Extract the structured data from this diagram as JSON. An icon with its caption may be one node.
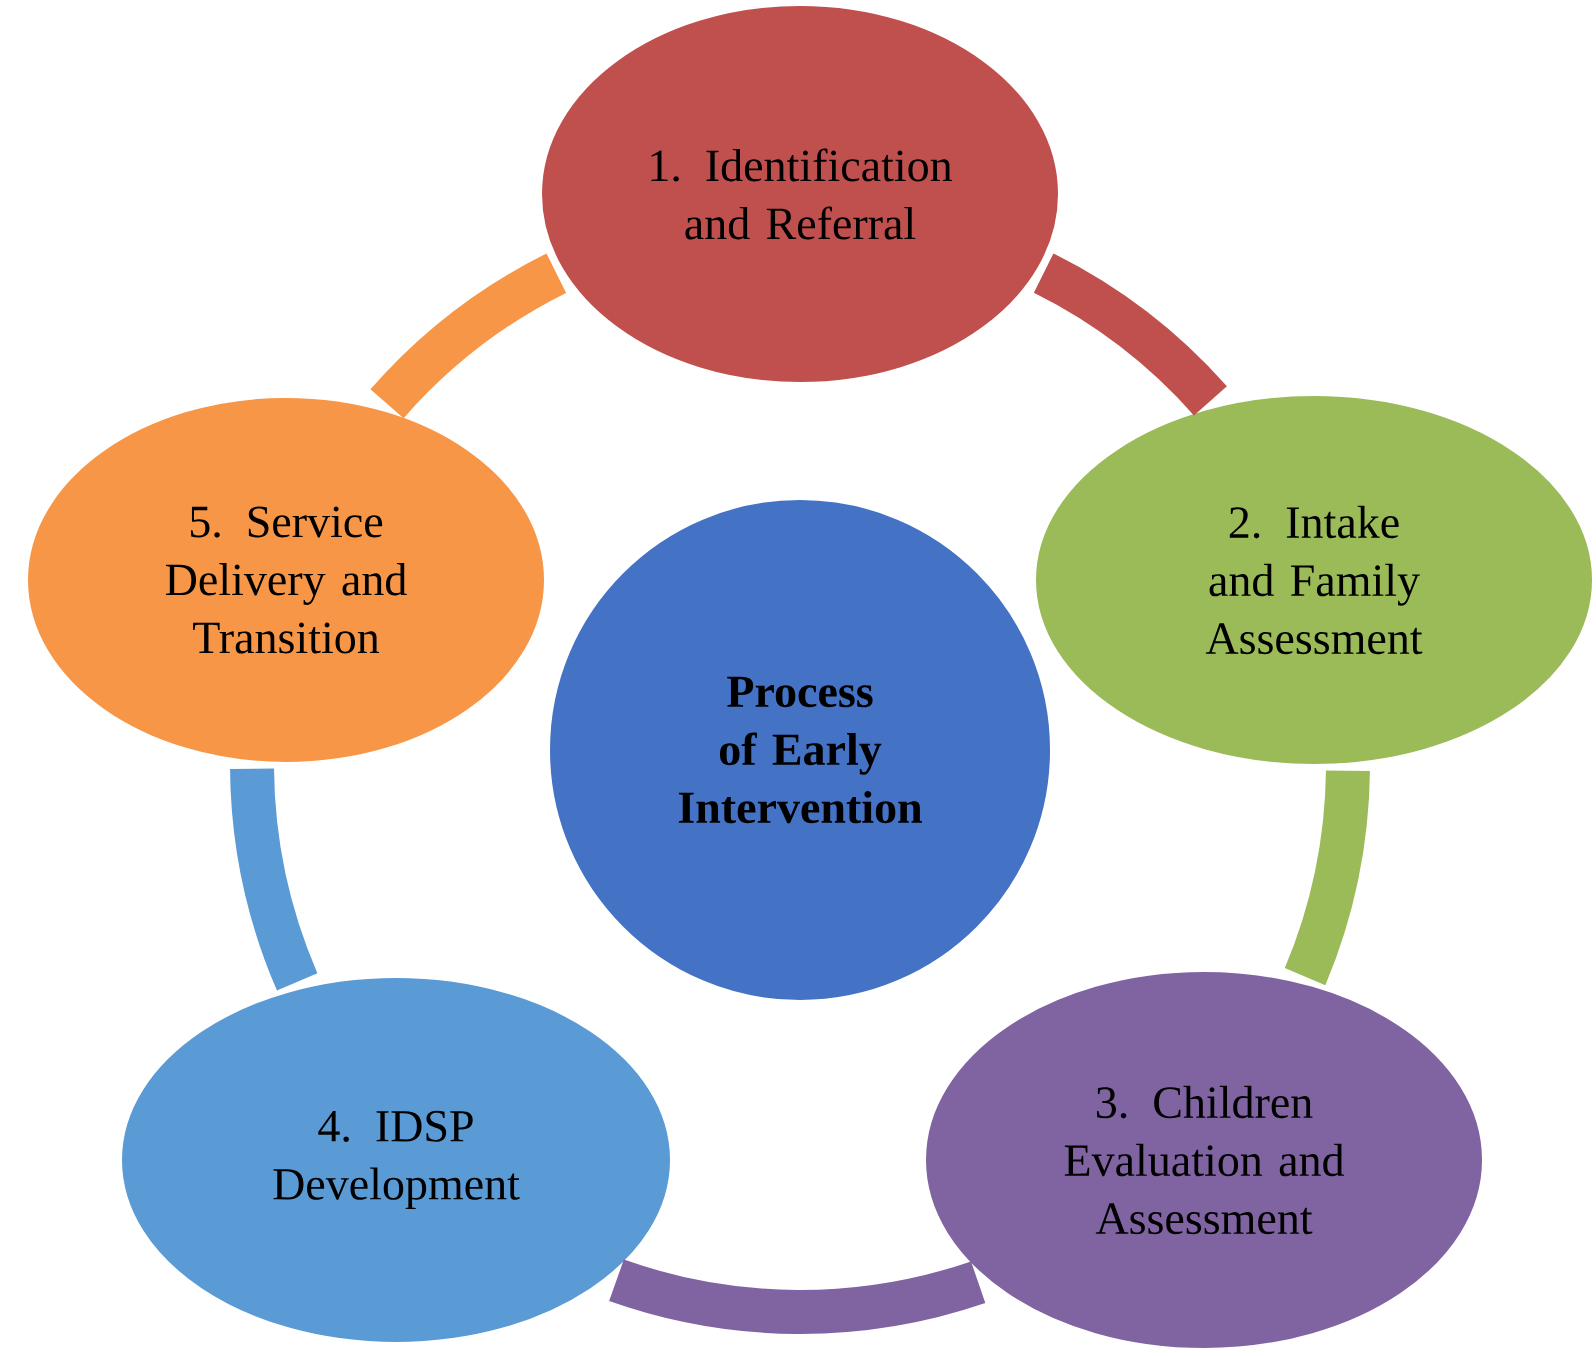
{
  "diagram": {
    "nodes": [
      {
        "text": [
          "1. Identification and Referral"
        ]
      },
      {
        "text": [
          "2. Intake and Family Assessment"
        ]
      },
      {
        "text": [
          "3. Children Evaluation and Assessment"
        ]
      },
      {
        "text": [
          "4. IDSP Development"
        ]
      },
      {
        "text": [
          "5. Service Delivery and Transition"
        ]
      },
      {
        "text": [
          "Process of Early Intervention"
        ]
      }
    ],
    "edges": [
      {
        "from": 0,
        "to": 1,
        "arrow": "none",
        "color": "#c0504d"
      },
      {
        "from": 1,
        "to": 2,
        "arrow": "none",
        "color": "#9bbb59"
      },
      {
        "from": 2,
        "to": 3,
        "arrow": "none",
        "color": "#8064a2"
      },
      {
        "from": 3,
        "to": 4,
        "arrow": "none",
        "color": "#5b9bd5"
      },
      {
        "from": 4,
        "to": 0,
        "arrow": "none",
        "color": "#f79646"
      }
    ]
  }
}
